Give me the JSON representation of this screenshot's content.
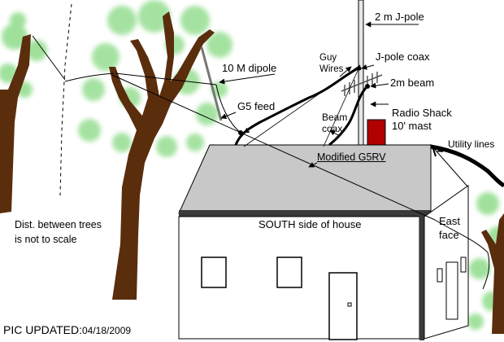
{
  "labels": {
    "j_pole": "2 m J-pole",
    "j_pole_coax": "J-pole coax",
    "guy_wires_1": "Guy",
    "guy_wires_2": "Wires",
    "beam_2m": "2m beam",
    "ten_m_dipole": "10 M dipole",
    "g5_feed": "G5 feed",
    "beam_coax_1": "Beam",
    "beam_coax_2": "coax",
    "radio_shack_1": "Radio Shack",
    "radio_shack_2": "10' mast",
    "utility_lines": "Utility lines",
    "modified_g5rv": "Modified G5RV",
    "south_side": "SOUTH side of house",
    "east_face_1": "East",
    "east_face_2": "face",
    "dist_note_1": "Dist. between trees",
    "dist_note_2": "is not to scale",
    "updated_prefix": "PIC UPDATED:",
    "updated_date": "04/18/2009"
  },
  "colors": {
    "trunk": "#5a2d0c",
    "foliage": "#7ed67a",
    "roof": "#c8c8c8",
    "roof_edge": "#3a3a3a",
    "wall": "#ffffff",
    "chimney": "#b00000",
    "mast": "#e6e6e6"
  }
}
